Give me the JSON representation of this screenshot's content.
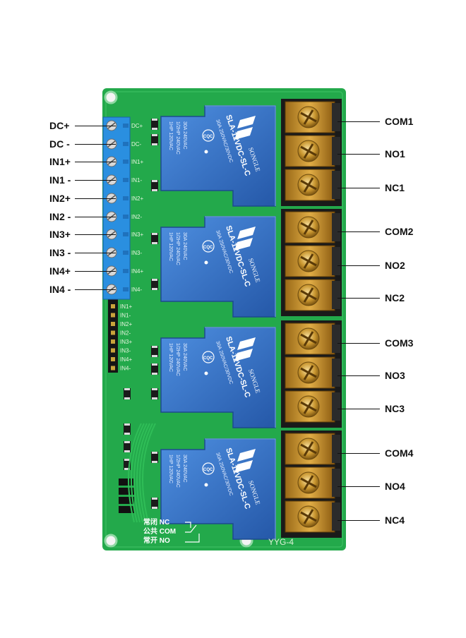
{
  "left_labels": [
    "DC+",
    "DC -",
    "IN1+",
    "IN1 -",
    "IN2+",
    "IN2 -",
    "IN3+",
    "IN3 -",
    "IN4+",
    "IN4 -"
  ],
  "right_labels": [
    "COM1",
    "NO1",
    "NC1",
    "COM2",
    "NO2",
    "NC2",
    "COM3",
    "NO3",
    "NC3",
    "COM4",
    "NO4",
    "NC4"
  ],
  "silk_input_labels": [
    "DC+",
    "DC-",
    "IN1+",
    "IN1-",
    "IN2+",
    "IN2-",
    "IN3+",
    "IN3-",
    "IN4+",
    "IN4-"
  ],
  "silk_header_labels": [
    "IN1+",
    "IN1-",
    "IN2+",
    "IN2-",
    "IN3+",
    "IN3-",
    "IN4+",
    "IN4-"
  ],
  "relay_text": {
    "model": "SLA-12VDC-SL-C",
    "brand": "SONGLE",
    "rating1": "30A  250VAC/30VDC",
    "rating2": "1HP 120VAC",
    "rating3": "1/2HP 240VAC",
    "rating4": "30A 240VAC",
    "cert": "CQC"
  },
  "legend": {
    "nc_cn": "常闭 NC",
    "com_cn": "公共 COM",
    "no_cn": "常开 NO"
  },
  "board_id": "YYG-4",
  "colors": {
    "pcb": "#23a94b",
    "relay": "#2f6fc2",
    "terminal_blue": "#2a8fe0",
    "screw_terminal": "#c8922a"
  }
}
